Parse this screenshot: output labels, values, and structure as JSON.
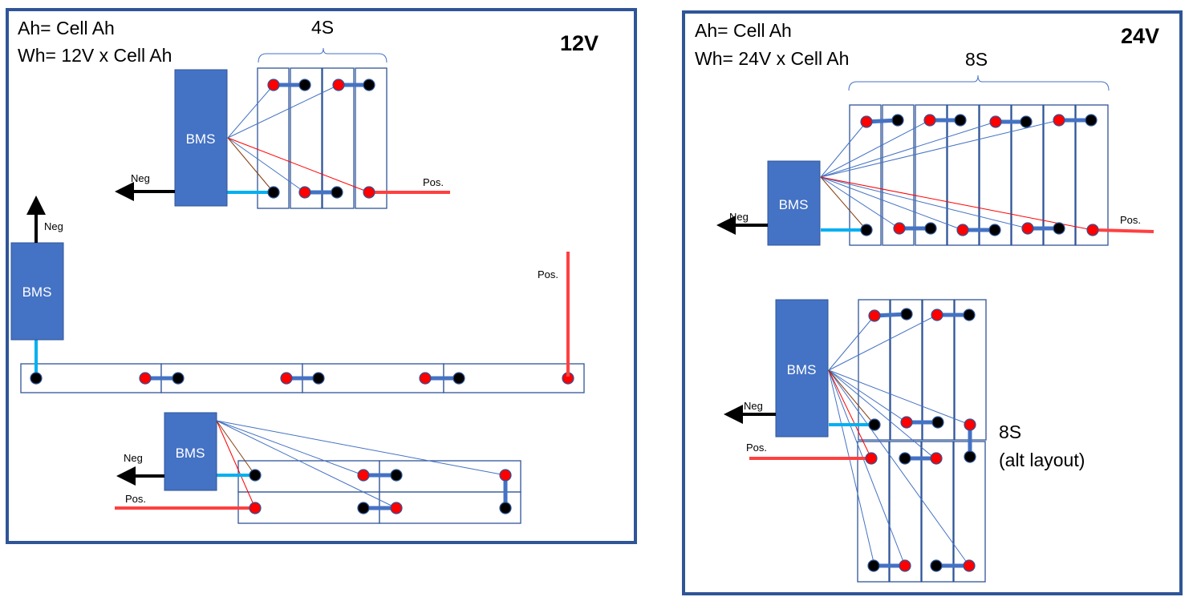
{
  "panels": [
    {
      "id": "12v",
      "voltage_label": "12V",
      "ah_formula": "Ah= Cell Ah",
      "wh_formula": "Wh= 12V x Cell Ah",
      "series_label": "4S",
      "layouts": [
        {
          "name": "4s-vertical",
          "bms_label": "BMS",
          "neg_label": "Neg",
          "pos_label": "Pos."
        },
        {
          "name": "4s-inline",
          "bms_label": "BMS",
          "neg_label": "Neg",
          "pos_label": "Pos."
        },
        {
          "name": "4s-2x2",
          "bms_label": "BMS",
          "neg_label": "Neg",
          "pos_label": "Pos."
        }
      ]
    },
    {
      "id": "24v",
      "voltage_label": "24V",
      "ah_formula": "Ah= Cell Ah",
      "wh_formula": "Wh= 24V x Cell Ah",
      "series_label": "8S",
      "alt_label_line1": "8S",
      "alt_label_line2": "(alt layout)",
      "layouts": [
        {
          "name": "8s-row",
          "bms_label": "BMS",
          "neg_label": "Neg",
          "pos_label": "Pos."
        },
        {
          "name": "8s-alt",
          "bms_label": "BMS",
          "neg_label": "Neg",
          "pos_label": "Pos."
        }
      ]
    }
  ],
  "colors": {
    "panel_border": "#2f5597",
    "bms_fill": "#4472c4",
    "positive_terminal": "#ff0000",
    "negative_terminal": "#000000",
    "negative_cable": "#00b0f0",
    "positive_cable": "#ff4040",
    "busbar": "#4472c4"
  }
}
